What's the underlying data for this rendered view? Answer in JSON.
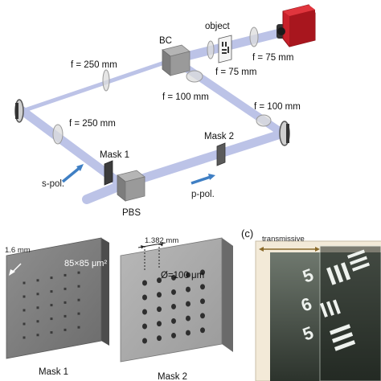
{
  "setup": {
    "labels": {
      "object": "object",
      "bc": "BC",
      "f_250_top": "f = 250 mm",
      "f_75_camera": "f = 75 mm",
      "f_75_right": "f = 75 mm",
      "f_100_center": "f = 100 mm",
      "f_100_right": "f = 100 mm",
      "f_250_left": "f = 250 mm",
      "mask1": "Mask 1",
      "mask2": "Mask 2",
      "s_pol": "s-pol.",
      "p_pol": "p-pol.",
      "pbs": "PBS"
    },
    "colors": {
      "beam": "#b9c0e6",
      "arrow": "#3f7fc4",
      "camera_red": "#c8202a"
    }
  },
  "masks": {
    "mask1_label": "Mask 1",
    "mask2_label": "Mask 2",
    "thickness": "1.6 mm",
    "aperture_size": "85×85 μm²",
    "pitch": "1.382 mm",
    "diameter": "Ø=100 μm"
  },
  "panel_c": {
    "letter": "(c)",
    "transmissive": "transmissive",
    "digits": [
      "5",
      "6",
      "5"
    ]
  }
}
